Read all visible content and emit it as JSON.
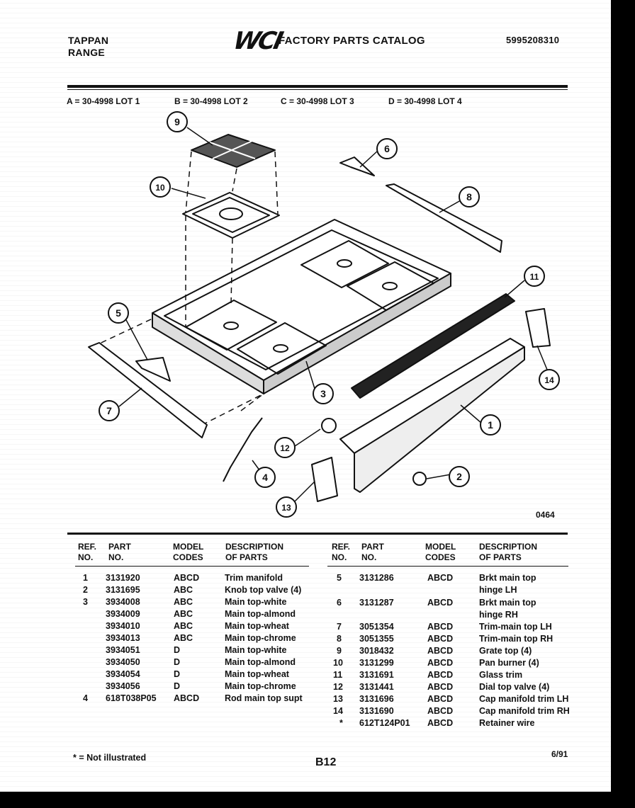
{
  "header": {
    "brand_line1": "TAPPAN",
    "brand_line2": "RANGE",
    "logo": "WCI",
    "catalog_title": "FACTORY PARTS CATALOG",
    "catalog_number": "5995208310"
  },
  "lots": [
    "A = 30-4998 LOT 1",
    "B = 30-4998 LOT 2",
    "C = 30-4998 LOT 3",
    "D = 30-4998 LOT 4"
  ],
  "diagram": {
    "callouts": [
      "1",
      "2",
      "3",
      "4",
      "5",
      "6",
      "7",
      "8",
      "9",
      "10",
      "11",
      "12",
      "13",
      "14"
    ],
    "drawing_code": "0464"
  },
  "table": {
    "headers": {
      "ref": "REF.\nNO.",
      "part": "PART\nNO.",
      "model": "MODEL\nCODES",
      "desc": "DESCRIPTION\nOF PARTS"
    },
    "left_rows": [
      {
        "ref": "1",
        "part": "3131920",
        "model": "ABCD",
        "desc": "Trim manifold"
      },
      {
        "ref": "2",
        "part": "3131695",
        "model": "ABC",
        "desc": "Knob top valve (4)"
      },
      {
        "ref": "3",
        "part": "3934008",
        "model": "ABC",
        "desc": "Main top-white"
      },
      {
        "ref": "",
        "part": "3934009",
        "model": "ABC",
        "desc": "Main top-almond"
      },
      {
        "ref": "",
        "part": "3934010",
        "model": "ABC",
        "desc": "Main top-wheat"
      },
      {
        "ref": "",
        "part": "3934013",
        "model": "ABC",
        "desc": "Main top-chrome"
      },
      {
        "ref": "",
        "part": "3934051",
        "model": "D",
        "desc": "Main top-white"
      },
      {
        "ref": "",
        "part": "3934050",
        "model": "D",
        "desc": "Main top-almond"
      },
      {
        "ref": "",
        "part": "3934054",
        "model": "D",
        "desc": "Main top-wheat"
      },
      {
        "ref": "",
        "part": "3934056",
        "model": "D",
        "desc": "Main top-chrome"
      },
      {
        "ref": "4",
        "part": "618T038P05",
        "model": "ABCD",
        "desc": "Rod main top supt"
      }
    ],
    "right_rows": [
      {
        "ref": "5",
        "part": "3131286",
        "model": "ABCD",
        "desc": "Brkt main top",
        "desc2": "hinge LH"
      },
      {
        "ref": "6",
        "part": "3131287",
        "model": "ABCD",
        "desc": "Brkt main top",
        "desc2": "hinge RH"
      },
      {
        "ref": "7",
        "part": "3051354",
        "model": "ABCD",
        "desc": "Trim-main top LH"
      },
      {
        "ref": "8",
        "part": "3051355",
        "model": "ABCD",
        "desc": "Trim-main top RH"
      },
      {
        "ref": "9",
        "part": "3018432",
        "model": "ABCD",
        "desc": "Grate top (4)"
      },
      {
        "ref": "10",
        "part": "3131299",
        "model": "ABCD",
        "desc": "Pan burner (4)"
      },
      {
        "ref": "11",
        "part": "3131691",
        "model": "ABCD",
        "desc": "Glass trim"
      },
      {
        "ref": "12",
        "part": "3131441",
        "model": "ABCD",
        "desc": "Dial top valve (4)"
      },
      {
        "ref": "13",
        "part": "3131696",
        "model": "ABCD",
        "desc": "Cap manifold trim LH"
      },
      {
        "ref": "14",
        "part": "3131690",
        "model": "ABCD",
        "desc": "Cap manifold trim RH"
      },
      {
        "ref": "*",
        "part": "612T124P01",
        "model": "ABCD",
        "desc": "Retainer wire"
      }
    ]
  },
  "footer": {
    "note": "* = Not illustrated",
    "page": "B12",
    "date": "6/91"
  }
}
